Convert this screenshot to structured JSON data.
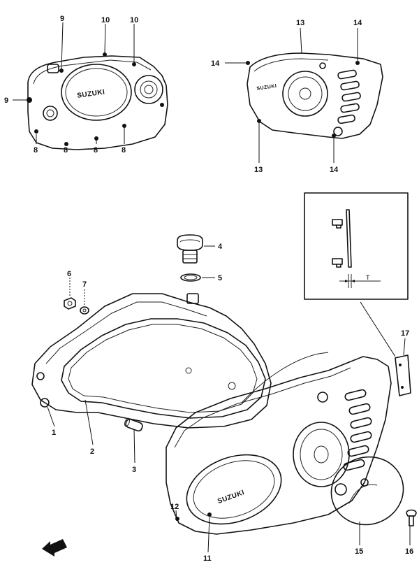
{
  "diagram": {
    "brand_text": "SUZUKI",
    "inset_dimension_label": "T",
    "callouts": {
      "c1": "1",
      "c2": "2",
      "c3": "3",
      "c4": "4",
      "c5": "5",
      "c6": "6",
      "c7": "7",
      "c8a": "8",
      "c8b": "8",
      "c8c": "8",
      "c8d": "8",
      "c9a": "9",
      "c9b": "9",
      "c10a": "10",
      "c10b": "10",
      "c11": "11",
      "c12": "12",
      "c13a": "13",
      "c13b": "13",
      "c14a": "14",
      "c14b": "14",
      "c14c": "14",
      "c15": "15",
      "c16": "16",
      "c17": "17"
    }
  }
}
